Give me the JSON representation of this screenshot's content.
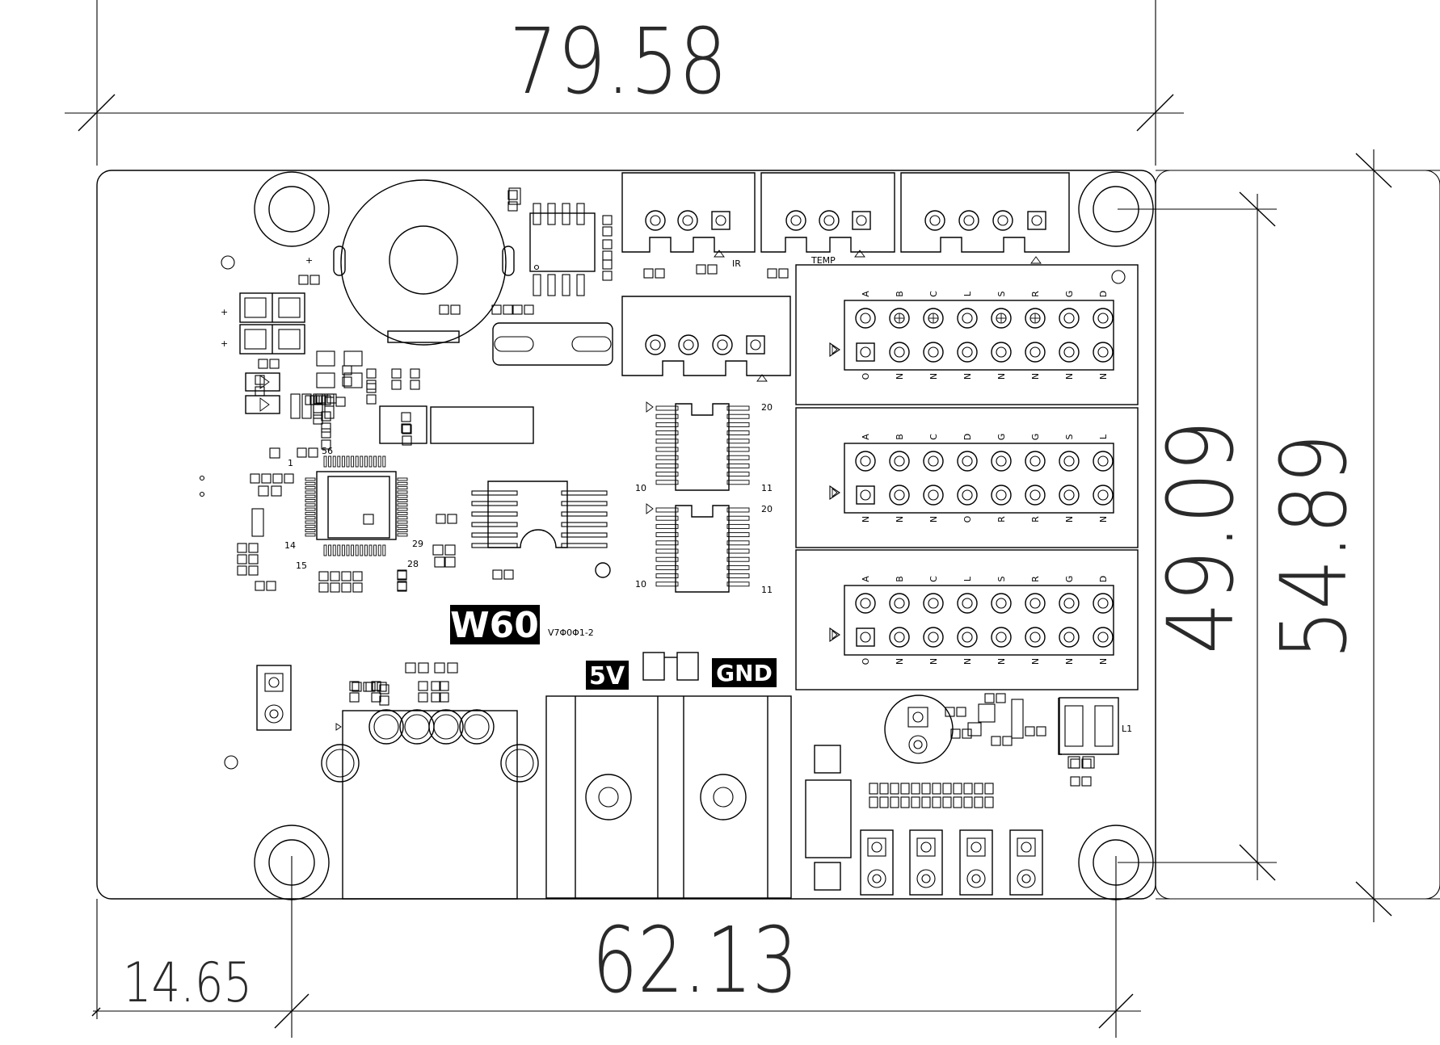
{
  "dimensions": {
    "board_width": "79.58",
    "hole_spacing_x": "62.13",
    "hole_offset_left": "14.65",
    "hole_spacing_y": "49.09",
    "board_height": "54.89"
  },
  "board_labels": {
    "model": "W60",
    "version": "V7Φ0Φ1-2",
    "power_5v": "5V",
    "power_gnd": "GND",
    "ir": "IR",
    "temp": "TEMP",
    "inductor": "L1",
    "plus": "+"
  },
  "pin_numbers": {
    "mcu_top": "56",
    "mcu_right_top": "1",
    "mcu_left_bottom": "14",
    "mcu_bottom_left": "15",
    "mcu_right_bottom": "29",
    "mcu_bottom_right": "28",
    "ic1_top": "20",
    "ic1_bottom_left": "10",
    "ic1_bottom_right": "11",
    "ic2_top": "20",
    "ic2_bottom_left": "10",
    "ic2_bottom_right": "11"
  },
  "hub_headers": [
    {
      "top": [
        "A",
        "B",
        "C",
        "L",
        "S",
        "R",
        "G",
        "D"
      ],
      "bottom": [
        "O",
        "N",
        "N",
        "N",
        "N",
        "N",
        "N",
        "N"
      ]
    },
    {
      "top": [
        "A",
        "B",
        "C",
        "D",
        "G",
        "G",
        "S",
        "L"
      ],
      "bottom": [
        "N",
        "N",
        "N",
        "O",
        "R",
        "R",
        "N",
        "N"
      ]
    },
    {
      "top": [
        "A",
        "B",
        "C",
        "L",
        "S",
        "R",
        "G",
        "D"
      ],
      "bottom": [
        "O",
        "N",
        "N",
        "N",
        "N",
        "N",
        "N",
        "N"
      ]
    }
  ]
}
